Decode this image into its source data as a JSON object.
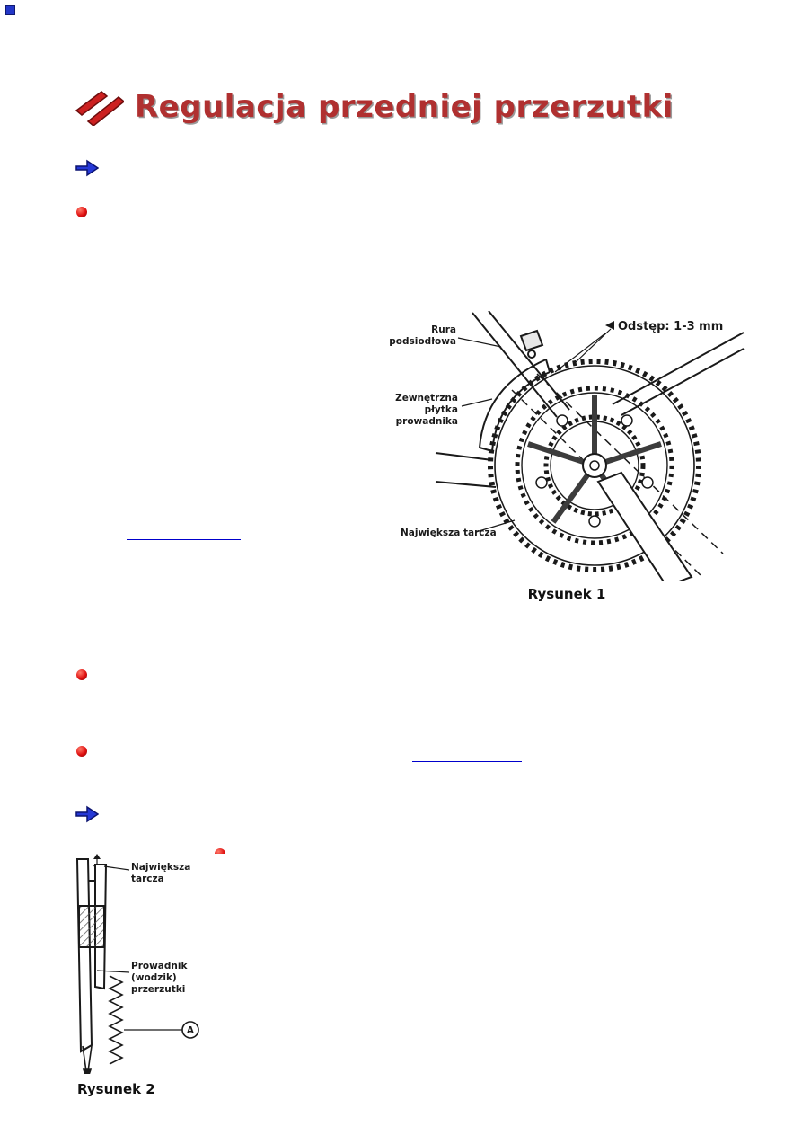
{
  "title": {
    "text": "Regulacja przedniej przerzutki"
  },
  "figure1": {
    "caption": "Rysunek 1",
    "labels": {
      "seat_tube_1": "Rura",
      "seat_tube_2": "podsiodłowa",
      "gap": "Odstęp: 1-3 mm",
      "outer_plate_1": "Zewnętrzna",
      "outer_plate_2": "płytka",
      "outer_plate_3": "prowadnika",
      "largest_ring": "Największa tarcza"
    }
  },
  "figure2": {
    "caption": "Rysunek 2",
    "labels": {
      "largest_ring_1": "Największa",
      "largest_ring_2": "tarcza",
      "guide_1": "Prowadnik",
      "guide_2": "(wodzik)",
      "guide_3": "przerzutki",
      "marker_a": "A"
    }
  },
  "colors": {
    "title_red": "#b03030",
    "bullet_red": "#e01010",
    "arrow_blue": "#2538d6",
    "link_blue": "#0000cc"
  }
}
